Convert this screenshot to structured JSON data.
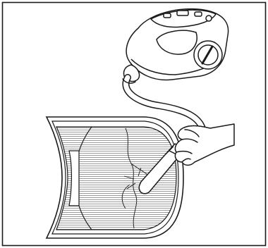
{
  "illustration": {
    "kind": "instruction-line-drawing",
    "elements": [
      "frame-border",
      "canister-vacuum",
      "vacuum-hose",
      "hand",
      "nozzle",
      "mesh-filter"
    ],
    "colors": {
      "stroke": "#1a1a1a",
      "background": "#ffffff",
      "mesh_line": "#6e6e6e",
      "crack": "#2a2a2a"
    }
  }
}
